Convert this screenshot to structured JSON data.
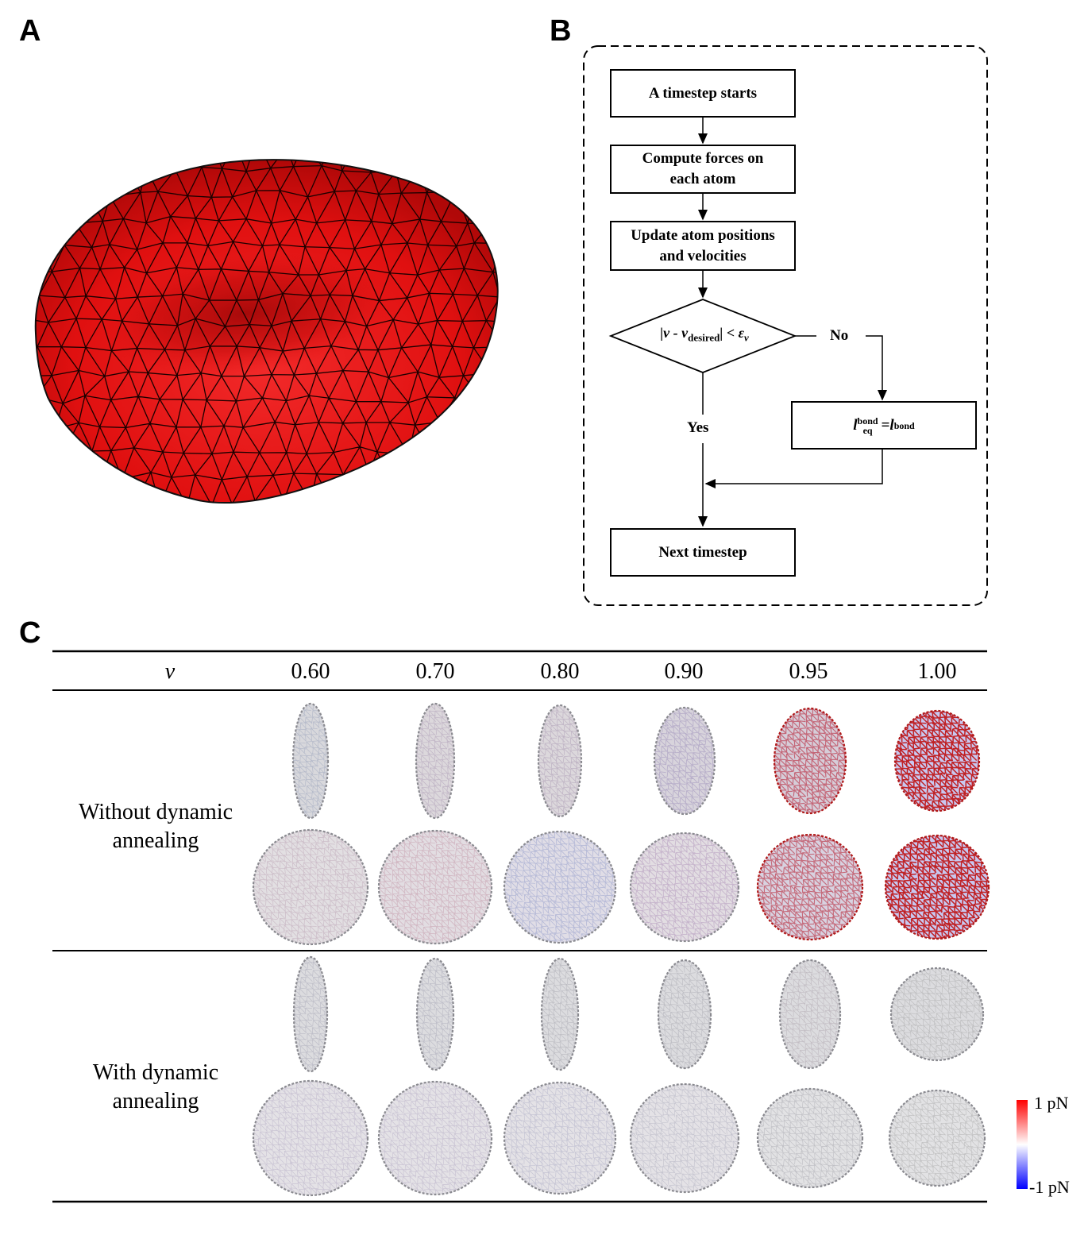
{
  "panels": {
    "a": "A",
    "b": "B",
    "c": "C"
  },
  "flowchart": {
    "step_start": "A timestep starts",
    "step_forces": "Compute forces on each atom",
    "step_update": "Update atom positions and velocities",
    "condition": "|ν - ν_desired| < ε_ν",
    "no_label": "No",
    "yes_label": "Yes",
    "action": "l_eq^bond = l^bond",
    "step_next": "Next timestep"
  },
  "table": {
    "header_symbol": "ν",
    "columns": [
      "0.60",
      "0.70",
      "0.80",
      "0.90",
      "0.95",
      "1.00"
    ],
    "row1_label": "Without dynamic annealing",
    "row2_label": "With dynamic annealing"
  },
  "colorbar": {
    "max_label": "1 pN",
    "min_label": "-1 pN",
    "color_max": "#ff0000",
    "color_mid": "#ffffff",
    "color_min": "#0000ff"
  },
  "cell_color": "#e8191c",
  "shapes": {
    "without_side": [
      {
        "tint": "#d8d8dc",
        "line": "#a0a8c0",
        "intensity": 0.15
      },
      {
        "tint": "#dcd8dc",
        "line": "#b0a0b8",
        "intensity": 0.15
      },
      {
        "tint": "#dcd8dc",
        "line": "#b0a0b8",
        "intensity": 0.2
      },
      {
        "tint": "#d8d4dc",
        "line": "#a89cc0",
        "intensity": 0.3
      },
      {
        "tint": "#d6cdd8",
        "line": "#c04a5c",
        "intensity": 0.6
      },
      {
        "tint": "#c8c8f0",
        "line": "#c01818",
        "intensity": 1.0
      }
    ],
    "without_top": [
      {
        "tint": "#e2dfe2",
        "line": "#c0a8b8",
        "intensity": 0.15
      },
      {
        "tint": "#e2dde2",
        "line": "#c8a0b0",
        "intensity": 0.2
      },
      {
        "tint": "#e0dde6",
        "line": "#a0a8d0",
        "intensity": 0.25
      },
      {
        "tint": "#e2dde2",
        "line": "#b8a0c0",
        "intensity": 0.3
      },
      {
        "tint": "#d8d2e0",
        "line": "#c05060",
        "intensity": 0.6
      },
      {
        "tint": "#c8c8f0",
        "line": "#c01818",
        "intensity": 1.0
      }
    ],
    "with_side": [
      {
        "tint": "#dcdcdf",
        "line": "#a8a8b8",
        "intensity": 0.1
      },
      {
        "tint": "#dcdcdf",
        "line": "#a8a8b8",
        "intensity": 0.1
      },
      {
        "tint": "#dcdcdf",
        "line": "#a8a8b0",
        "intensity": 0.1
      },
      {
        "tint": "#dcdcdf",
        "line": "#a8a8b0",
        "intensity": 0.1
      },
      {
        "tint": "#dcdcdf",
        "line": "#b0a8b0",
        "intensity": 0.1
      },
      {
        "tint": "#dcdcdf",
        "line": "#a8a8a8",
        "intensity": 0.08
      }
    ],
    "with_top": [
      {
        "tint": "#e4e2e6",
        "line": "#b8b0c8",
        "intensity": 0.12
      },
      {
        "tint": "#e4e2e6",
        "line": "#b8b0c8",
        "intensity": 0.12
      },
      {
        "tint": "#e4e2e6",
        "line": "#b0b0c8",
        "intensity": 0.12
      },
      {
        "tint": "#e4e2e6",
        "line": "#b0b0c0",
        "intensity": 0.1
      },
      {
        "tint": "#e2e2e4",
        "line": "#a8a8b0",
        "intensity": 0.08
      },
      {
        "tint": "#e2e2e4",
        "line": "#a8a8a8",
        "intensity": 0.08
      }
    ]
  }
}
